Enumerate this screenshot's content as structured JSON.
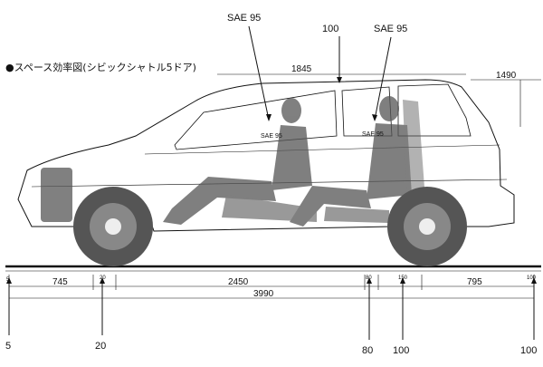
{
  "title": "●スペース効率図(シビックシャトル5ドア)",
  "top_callouts": {
    "sae_left": "SAE 95",
    "hundred": "100",
    "sae_right": "SAE 95"
  },
  "top_dims": {
    "overall_1845": "1845",
    "height_1490": "1490"
  },
  "seat_labels": {
    "front": "SAE 95",
    "rear": "SAE 95"
  },
  "base_dims": {
    "d5": "5",
    "d745": "745",
    "d20": "20",
    "d2450": "2450",
    "d80": "80",
    "d150": "150",
    "d795": "795",
    "d100": "100",
    "d3990": "3990"
  },
  "bottom_callouts": {
    "c5": "5",
    "c20": "20",
    "c80": "80",
    "c100a": "100",
    "c100b": "100"
  },
  "colors": {
    "ink": "#111111",
    "shadow": "#555555",
    "paper": "#ffffff"
  }
}
